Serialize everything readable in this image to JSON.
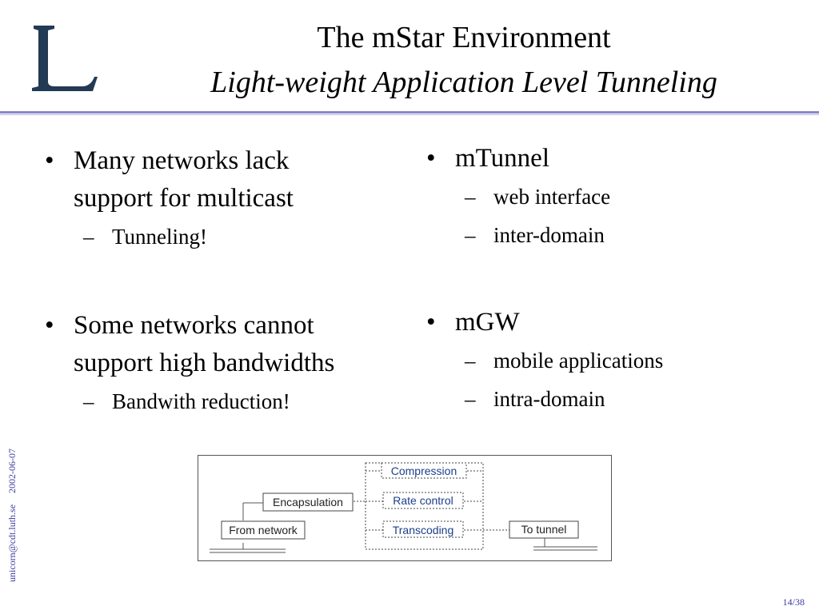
{
  "header": {
    "logo_letter": "L",
    "title": "The mStar Environment",
    "subtitle": "Light-weight Application Level Tunneling"
  },
  "left": {
    "items": [
      {
        "text_line1": "Many networks lack",
        "text_line2": "support for multicast",
        "sub": "Tunneling!"
      },
      {
        "text_line1": "Some networks cannot",
        "text_line2": "support high bandwidths",
        "sub": "Bandwith reduction!"
      }
    ]
  },
  "right": {
    "items": [
      {
        "text": "mTunnel",
        "subs": [
          "web interface",
          "inter-domain"
        ]
      },
      {
        "text": "mGW",
        "subs": [
          "mobile applications",
          "intra-domain"
        ]
      }
    ]
  },
  "diagram": {
    "from_network": "From network",
    "encapsulation": "Encapsulation",
    "compression": "Compression",
    "rate_control": "Rate control",
    "transcoding": "Transcoding",
    "to_tunnel": "To tunnel"
  },
  "footer": {
    "email": "unicorn@cdt.luth.se",
    "date": "2002-06-07",
    "page": "14/38"
  },
  "colors": {
    "rule": "#8888cc",
    "accent": "#3a3aa0",
    "logo": "#233a55"
  }
}
